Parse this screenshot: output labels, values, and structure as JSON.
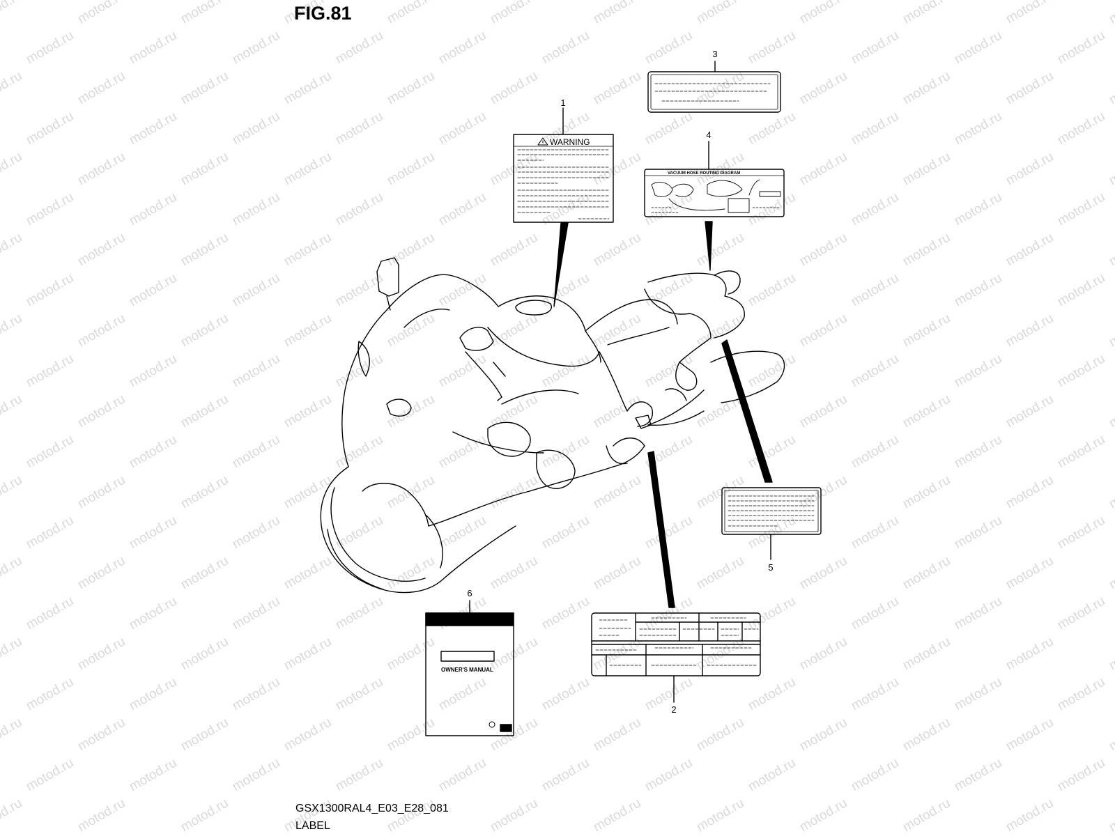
{
  "figure": {
    "title": "FIG.81"
  },
  "footer": {
    "code": "GSX1300RAL4_E03_E28_081",
    "name": "LABEL"
  },
  "watermark": {
    "text": "motod.ru",
    "color": "#d9d9d9"
  },
  "callouts": [
    {
      "number": "1"
    },
    {
      "number": "2"
    },
    {
      "number": "3"
    },
    {
      "number": "4"
    },
    {
      "number": "5"
    },
    {
      "number": "6"
    }
  ],
  "labels": {
    "warning_title": "WARNING",
    "vacuum_title": "VACUUM HOSE ROUTING DIAGRAM",
    "manual_title": "OWNER'S MANUAL"
  }
}
